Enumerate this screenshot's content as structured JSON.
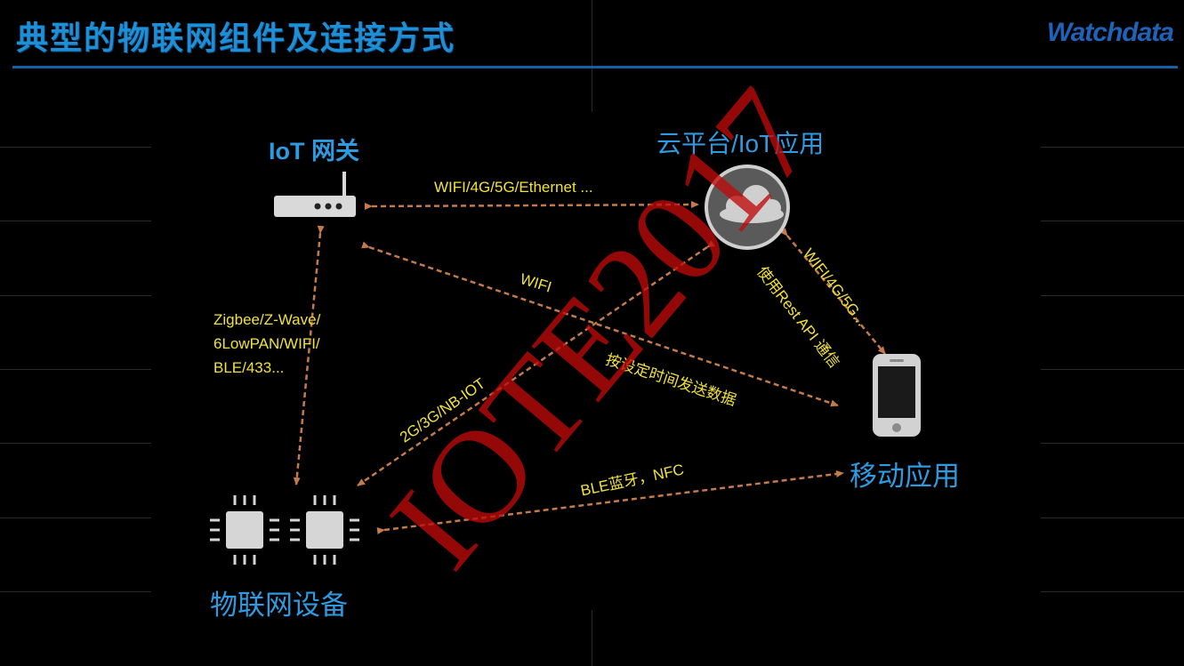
{
  "header": {
    "title": "典型的物联网组件及连接方式",
    "logo_text": "Watchdata"
  },
  "nodes": {
    "gateway": "IoT 网关",
    "cloud": "云平台/IoT应用",
    "mobile": "移动应用",
    "devices": "物联网设备"
  },
  "edges": {
    "gateway_cloud": "WIFI/4G/5G/Ethernet ...",
    "gateway_devices": [
      "Zigbee/Z-Wave/",
      "6LowPAN/WIFI/",
      "BLE/433..."
    ],
    "gateway_mobile_wifi": "WIFI",
    "gateway_mobile_schedule": "按设定时间发送数据",
    "cloud_devices": "2G/3G/NB-IOT",
    "cloud_mobile_network": "WIFI/4G/5G...",
    "cloud_mobile_api": "使用Rest API 通信",
    "devices_mobile": "BLE蓝牙，NFC"
  },
  "watermark": "IOTE2017",
  "colors": {
    "background": "#000000",
    "title": "#1c8fd6",
    "node_label": "#2e9be0",
    "edge_label": "#f2e23c",
    "arrow": "#c47a4a",
    "watermark": "#be0a0a",
    "logo": "#1e63b8"
  },
  "icons": [
    "router-icon",
    "cloud-icon",
    "smartphone-icon",
    "chip-icon",
    "chip-icon"
  ]
}
